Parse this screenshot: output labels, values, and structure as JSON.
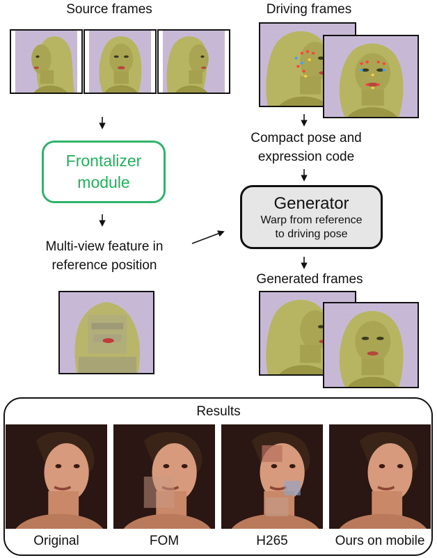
{
  "labels": {
    "source_frames": "Source  frames",
    "driving_frames": "Driving frames",
    "frontalizer_line1": "Frontalizer",
    "frontalizer_line2": "module",
    "pose_code_line1": "Compact pose and",
    "pose_code_line2": "expression code",
    "generator_title": "Generator",
    "generator_sub_line1": "Warp from reference",
    "generator_sub_line2": "to driving pose",
    "multiview_line1": "Multi-view feature in",
    "multiview_line2": "reference position",
    "generated_frames": "Generated frames"
  },
  "results": {
    "title": "Results",
    "captions": [
      "Original",
      "FOM",
      "H265",
      "Ours on mobile"
    ]
  },
  "colors": {
    "frontalizer": "#2fb36a",
    "generator_fill": "#e6e6e6",
    "frame_bg": "#c7b9d6",
    "hair": "#b7b561",
    "skin": "#a9a553"
  }
}
